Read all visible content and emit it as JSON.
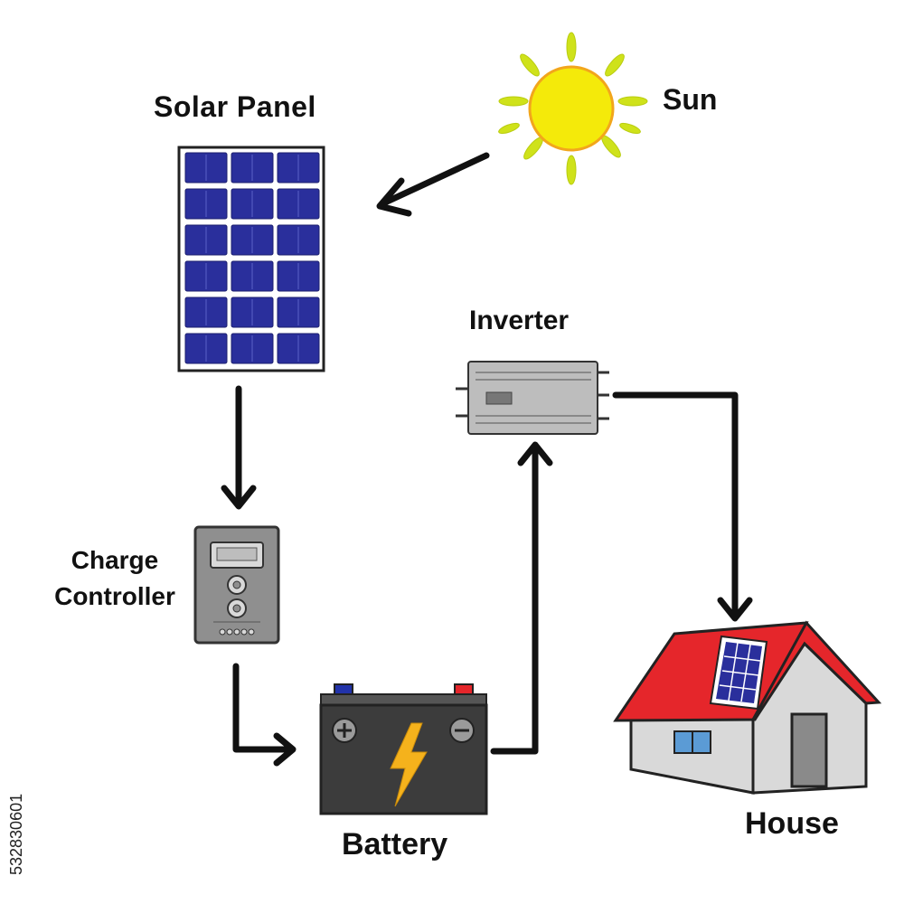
{
  "labels": {
    "solar_panel": "Solar Panel",
    "sun": "Sun",
    "inverter": "Inverter",
    "charge_controller_line1": "Charge",
    "charge_controller_line2": "Controller",
    "battery": "Battery",
    "house": "House"
  },
  "watermark_id": "532830601",
  "colors": {
    "panel_cell": "#2a2f9c",
    "sun_core": "#f4ea0a",
    "sun_rays": "#cfe21a",
    "roof": "#e5262b",
    "wall": "#d9d9d9",
    "battery_body": "#3c3c3c",
    "bolt": "#f5b21c",
    "arrow": "#111111",
    "inverter_body": "#bdbdbd",
    "controller_body": "#8f8f8f"
  },
  "icons": [
    "sun-icon",
    "solar-panel-icon",
    "charge-controller-icon",
    "inverter-icon",
    "battery-icon",
    "house-icon"
  ]
}
